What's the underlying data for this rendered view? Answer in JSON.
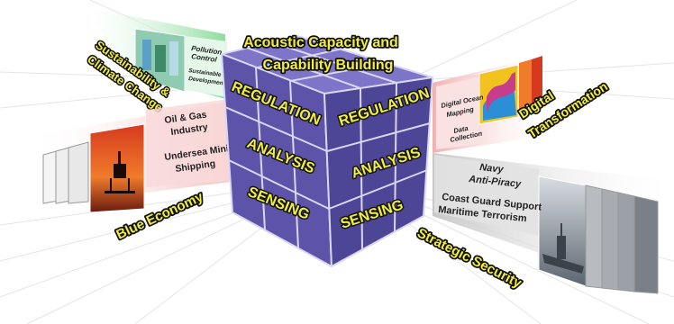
{
  "title": {
    "line1": "Acoustic Capacity and",
    "line2": "Capability Building"
  },
  "cube_left_face": [
    "REGULATION",
    "ANALYSIS",
    "SENSING"
  ],
  "cube_right_face": [
    "REGULATION",
    "ANALYSIS",
    "SENSING"
  ],
  "wings": {
    "sustainability": {
      "title_line1": "Sustainability &",
      "title_line2": "Climate Change",
      "items": [
        "Pollution",
        "Control",
        "Sustainable",
        "Development"
      ]
    },
    "blue_economy": {
      "title": "Blue Economy",
      "items": [
        "Oil & Gas",
        "Industry",
        "Undersea Mining",
        "Shipping"
      ]
    },
    "digital": {
      "title_line1": "Digital",
      "title_line2": "Transformation",
      "items": [
        "Digital Ocean",
        "Mapping",
        "Data",
        "Collection"
      ]
    },
    "strategic": {
      "title": "Strategic Security",
      "items": [
        "Navy",
        "Anti-Piracy",
        "Coast Guard Support",
        "Maritime Terrorism"
      ]
    }
  },
  "colors": {
    "cube_top": "#7e74c8",
    "cube_left": "#5d54aa",
    "cube_right": "#4d4596",
    "label_yellow": "#f2ee40",
    "green_wing": "#bfe8c6",
    "pink_wing": "#f6c9c9",
    "gray_wing": "#d9d9d9"
  }
}
